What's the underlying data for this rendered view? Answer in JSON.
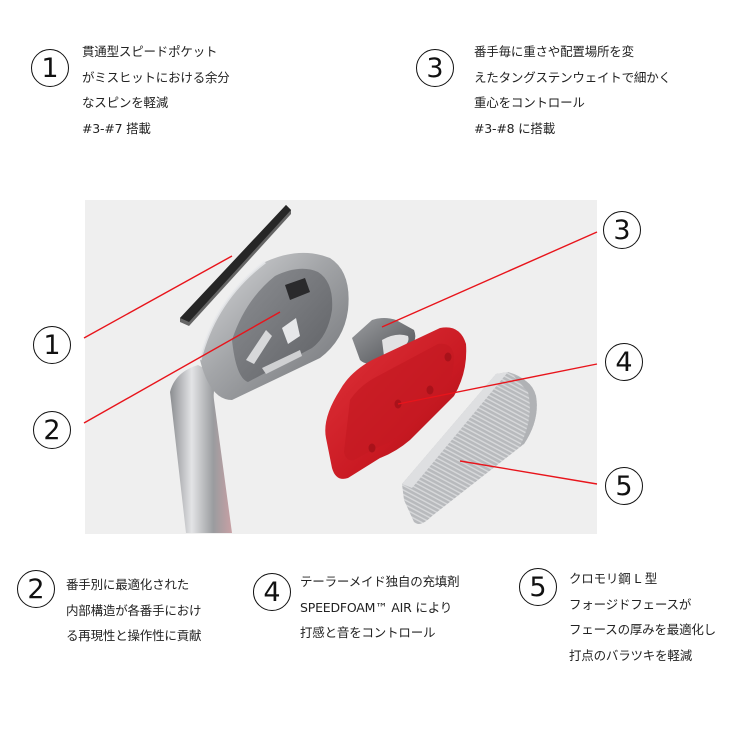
{
  "callouts_top": [
    {
      "number": "1",
      "lines": [
        "貫通型スピードポケット",
        "がミスヒットにおける余分",
        "なスピンを軽減",
        "#3-#7 搭載"
      ]
    },
    {
      "number": "3",
      "lines": [
        "番手毎に重さや配置場所を変",
        "えたタングステンウェイトで細かく",
        "重心をコントロール",
        "#3-#8 に搭載"
      ]
    }
  ],
  "callouts_bottom": [
    {
      "number": "2",
      "lines": [
        "番手別に最適化された",
        "内部構造が各番手におけ",
        "る再現性と操作性に貢献"
      ]
    },
    {
      "number": "4",
      "lines": [
        "テーラーメイド独自の充填剤",
        "SPEEDFOAM™ AIR により",
        "打感と音をコントロール"
      ]
    },
    {
      "number": "5",
      "lines": [
        "クロモリ鋼 L 型",
        "フォージドフェースが",
        "フェースの厚みを最適化し",
        "打点のバラツキを軽減"
      ]
    }
  ],
  "diagram": {
    "markers_left": [
      "1",
      "2"
    ],
    "markers_right": [
      "3",
      "4",
      "5"
    ],
    "parts": [
      "speed-pocket-insert",
      "iron-head-body",
      "tungsten-weight",
      "speedfoam-air-filler",
      "forged-face-insert"
    ],
    "colors": {
      "leader_line": "#e8141b",
      "panel_bg": "#efefef",
      "foam_red": "#d3161f",
      "steel": "#a9abae",
      "insert_black": "#1b1b1b"
    }
  }
}
